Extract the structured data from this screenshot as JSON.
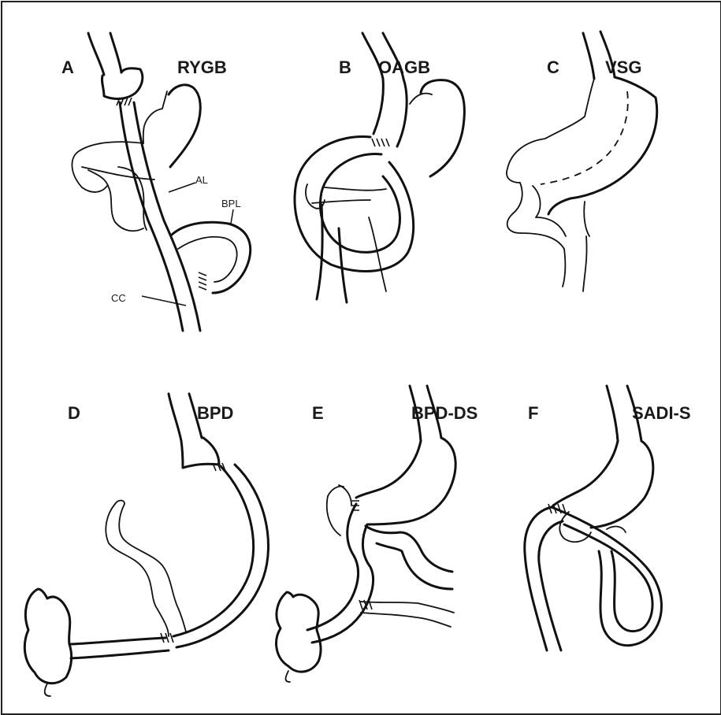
{
  "panels": [
    {
      "letter": "A",
      "title": "RYGB"
    },
    {
      "letter": "B",
      "title": "OAGB"
    },
    {
      "letter": "C",
      "title": "VSG"
    },
    {
      "letter": "D",
      "title": "BPD"
    },
    {
      "letter": "E",
      "title": "BPD-DS"
    },
    {
      "letter": "F",
      "title": "SADI-S"
    }
  ],
  "callouts": {
    "al": "AL",
    "bpl": "BPL",
    "cc": "CC"
  }
}
